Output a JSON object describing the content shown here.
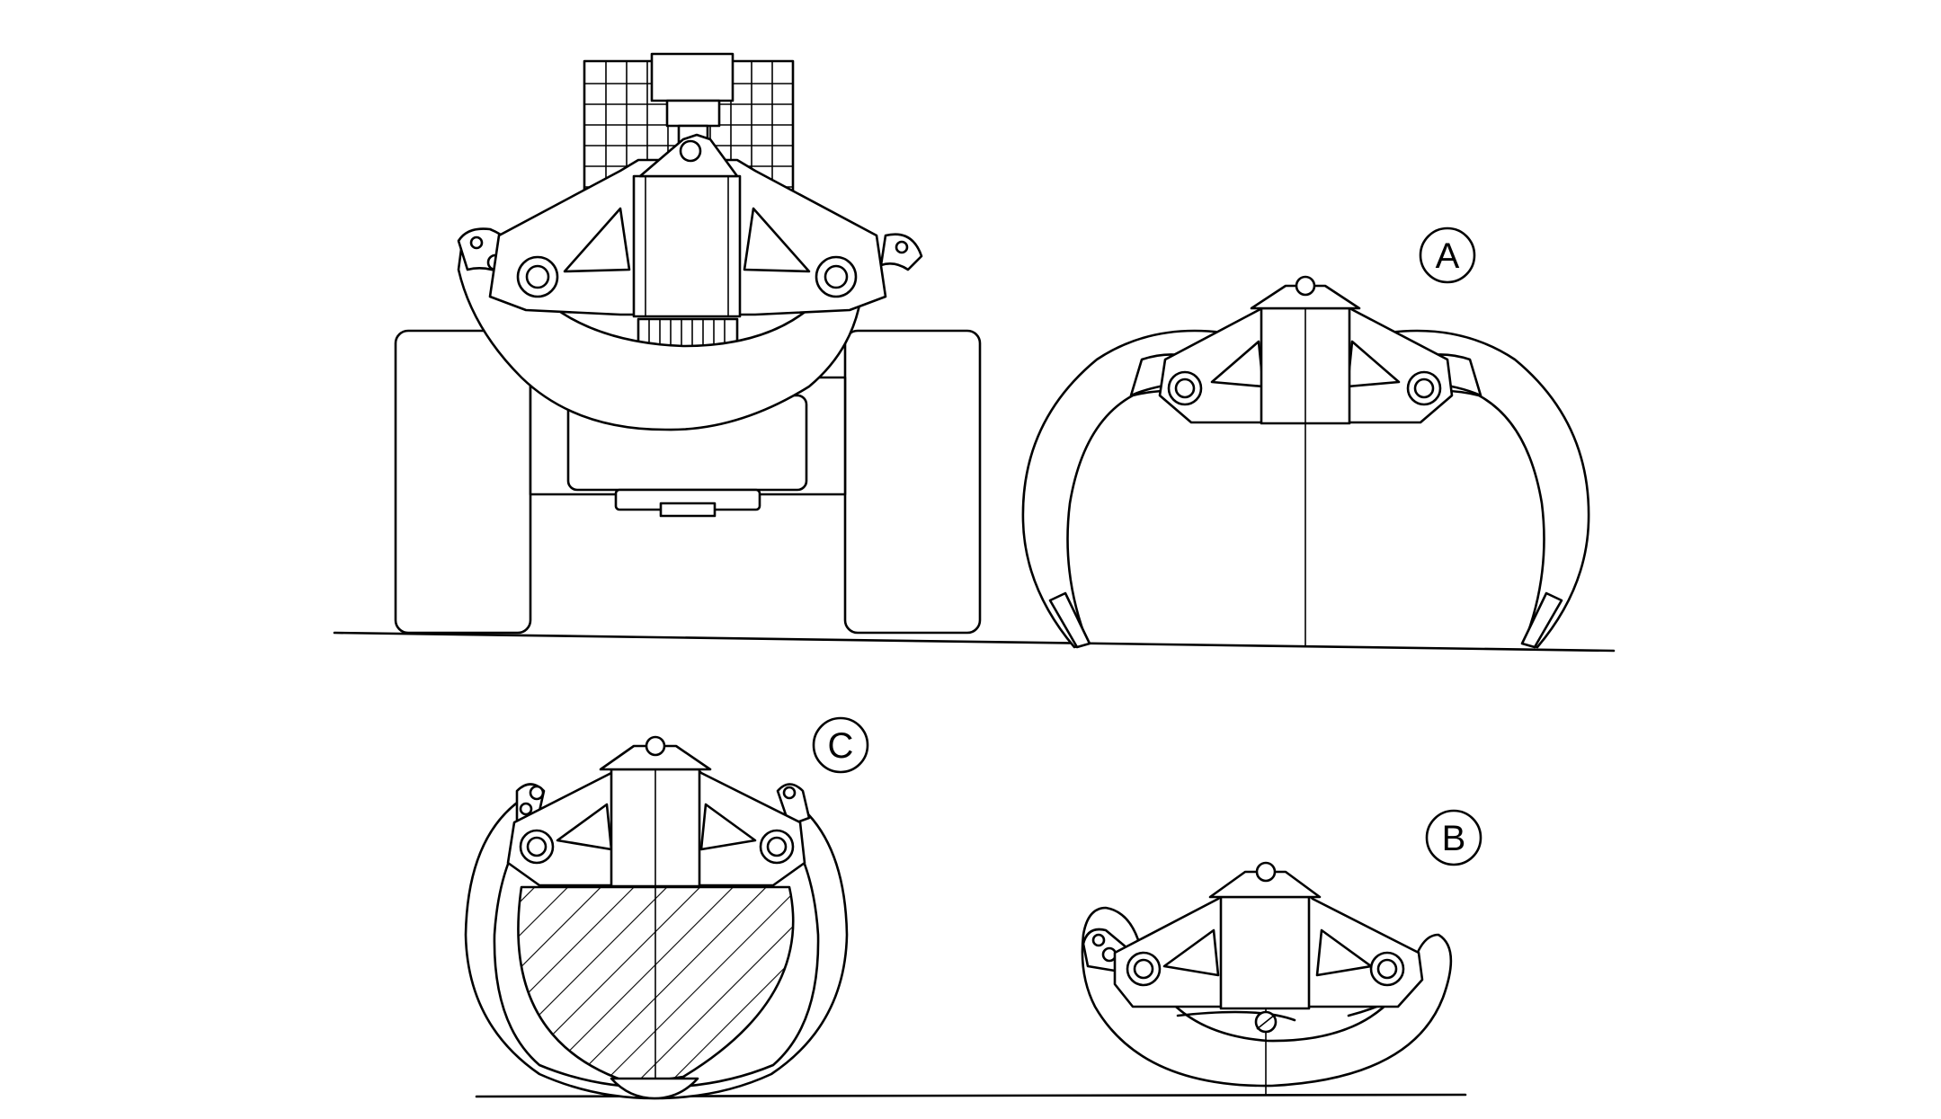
{
  "labels": {
    "a": "A",
    "b": "B",
    "c": "C"
  },
  "colors": {
    "line": "#000000",
    "background": "#ffffff"
  }
}
